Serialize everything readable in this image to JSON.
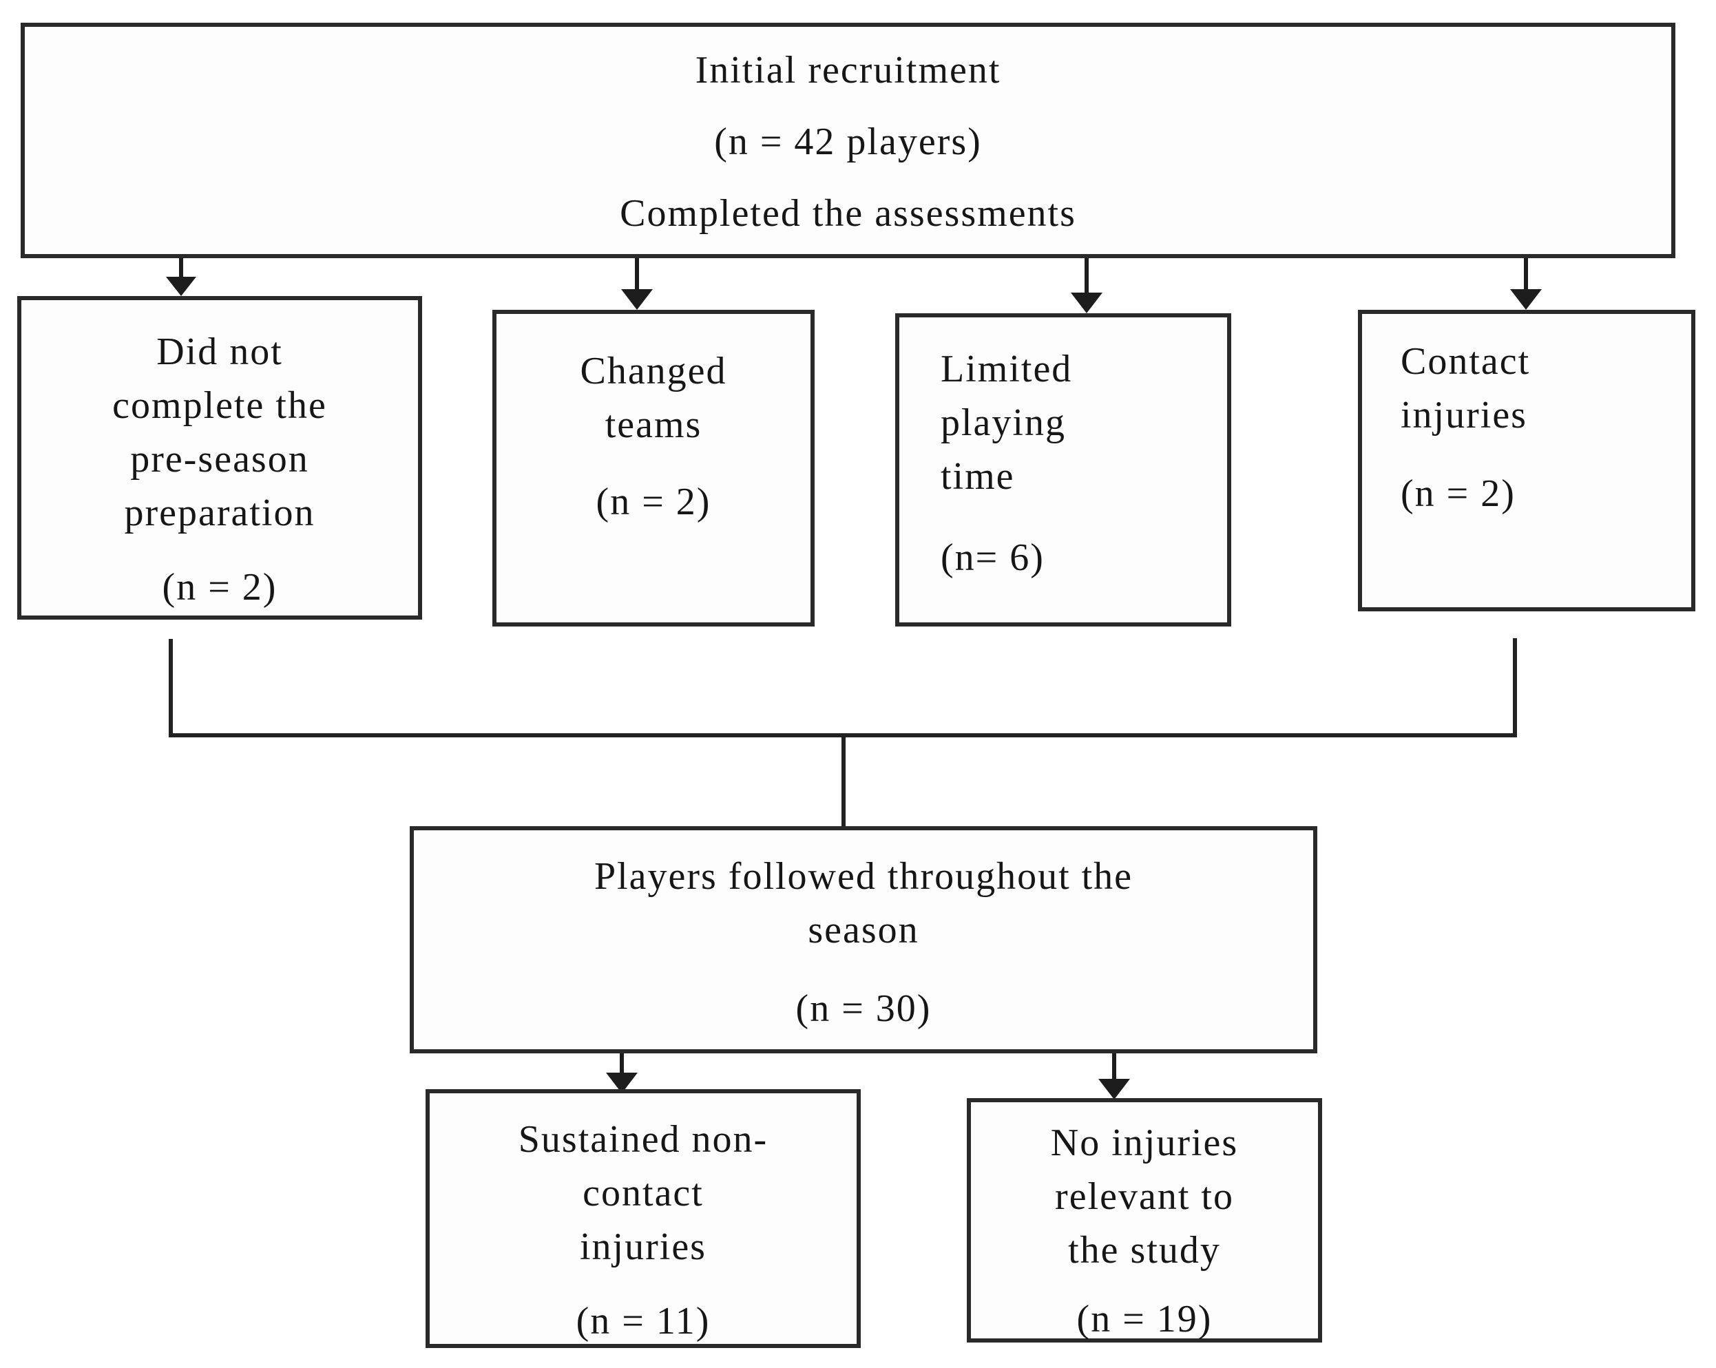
{
  "figure": {
    "type": "flowchart",
    "colors": {
      "background": "#ffffff",
      "box_fill": "#fdfdfd",
      "box_border": "#2a2a2a",
      "line_color": "#222222",
      "text_color": "#161616"
    }
  },
  "nodes": {
    "initial_recruitment": {
      "lines": [
        "Initial recruitment",
        "(n = 42 players)",
        "Completed the assessments"
      ]
    },
    "did_not_complete": {
      "lines": [
        "Did not",
        "complete the",
        "pre-season",
        "preparation"
      ],
      "count": "(n = 2)"
    },
    "changed_teams": {
      "lines": [
        "Changed",
        "teams"
      ],
      "count": "(n = 2)"
    },
    "limited_playing_time": {
      "lines": [
        "Limited",
        "playing",
        "time"
      ],
      "count": "(n= 6)"
    },
    "contact_injuries": {
      "lines": [
        "Contact",
        "injuries"
      ],
      "count": "(n = 2)"
    },
    "players_followed": {
      "lines": [
        "Players followed throughout the",
        "season"
      ],
      "count": "(n = 30)"
    },
    "sustained_non_contact": {
      "lines": [
        "Sustained non-",
        "contact",
        "injuries"
      ],
      "count": "(n = 11)"
    },
    "no_relevant_injuries": {
      "lines": [
        "No injuries",
        "relevant to",
        "the study"
      ],
      "count": "(n = 19)"
    }
  },
  "edges": [
    {
      "from": "initial_recruitment",
      "to": "did_not_complete",
      "style": "arrow"
    },
    {
      "from": "initial_recruitment",
      "to": "changed_teams",
      "style": "arrow"
    },
    {
      "from": "initial_recruitment",
      "to": "limited_playing_time",
      "style": "arrow"
    },
    {
      "from": "initial_recruitment",
      "to": "contact_injuries",
      "style": "arrow"
    },
    {
      "from": "did_not_complete",
      "to": "players_followed",
      "style": "elbow-line"
    },
    {
      "from": "contact_injuries",
      "to": "players_followed",
      "style": "elbow-line"
    },
    {
      "from": "players_followed",
      "to": "sustained_non_contact",
      "style": "arrow"
    },
    {
      "from": "players_followed",
      "to": "no_relevant_injuries",
      "style": "arrow"
    }
  ]
}
